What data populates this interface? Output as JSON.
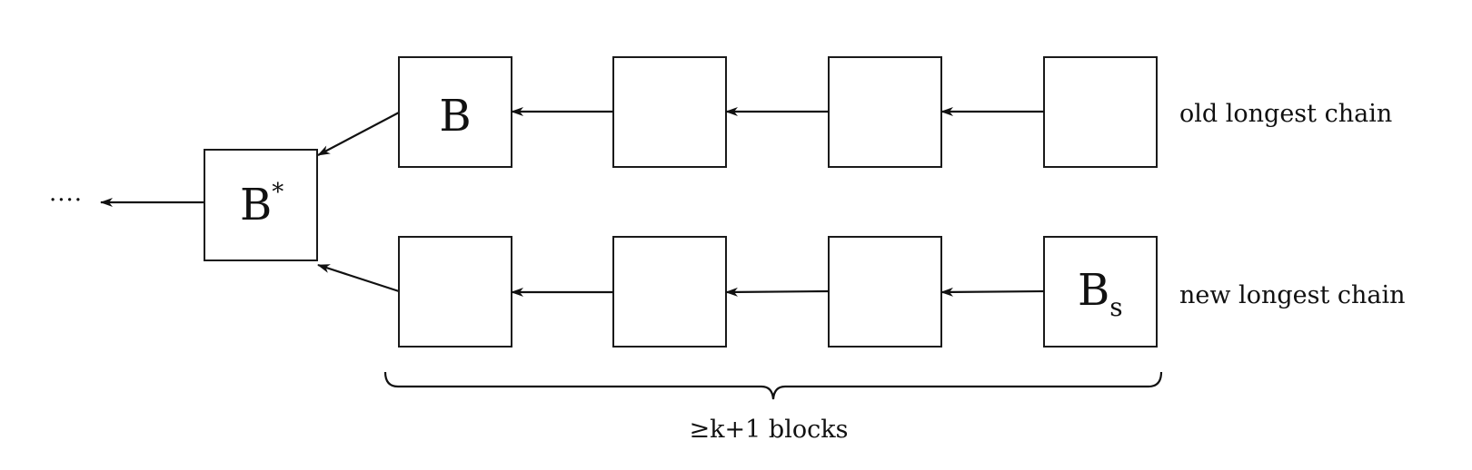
{
  "nodes": {
    "genesis_dots": "....",
    "b_star": {
      "base": "B",
      "sup": "*"
    },
    "b": "B",
    "b_s": {
      "base": "B",
      "sub": "s"
    }
  },
  "labels": {
    "old_chain": "old longest chain",
    "new_chain": "new longest chain",
    "brace": "≥k+1 blocks"
  }
}
